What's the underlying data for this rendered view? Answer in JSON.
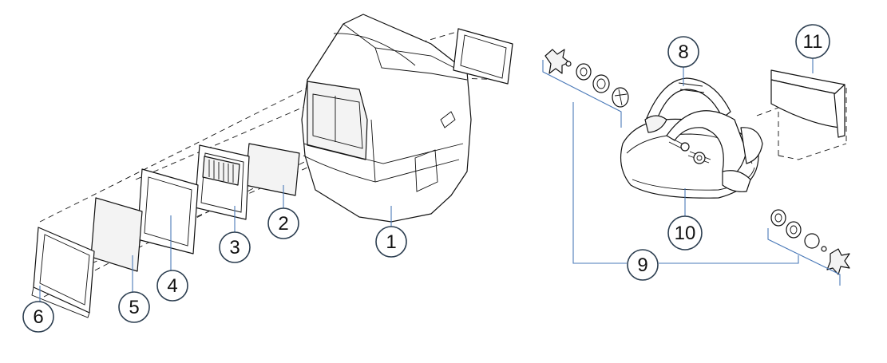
{
  "callouts": [
    {
      "id": "1",
      "label": "1"
    },
    {
      "id": "2",
      "label": "2"
    },
    {
      "id": "3",
      "label": "3"
    },
    {
      "id": "4",
      "label": "4"
    },
    {
      "id": "5",
      "label": "5"
    },
    {
      "id": "6",
      "label": "6"
    },
    {
      "id": "8",
      "label": "8"
    },
    {
      "id": "9",
      "label": "9"
    },
    {
      "id": "10",
      "label": "10"
    },
    {
      "id": "11",
      "label": "11"
    }
  ],
  "colors": {
    "callout_stroke": "#2c3e50",
    "leader": "#4a79b8",
    "line_art": "#111111"
  }
}
